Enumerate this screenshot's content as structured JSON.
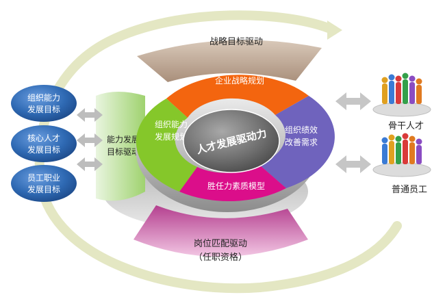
{
  "diagram": {
    "center": {
      "text": "人才发展驱动力"
    },
    "top_band": {
      "text": "战略目标驱动",
      "color": "#c2ad9b"
    },
    "bottom_band": {
      "line1": "岗位匹配驱动",
      "line2": "（任职资格）",
      "color": "#d27ab8"
    },
    "left_band": {
      "line1": "能力发展",
      "line2": "目标驱动",
      "color": "#b9df9a"
    },
    "ring": {
      "top": {
        "text": "企业战略规划",
        "color": "#f3650f"
      },
      "left": {
        "line1": "组织能力",
        "line2": "发展规划",
        "color": "#85c72a"
      },
      "right": {
        "line1": "组织绩效",
        "line2": "改善需求",
        "color": "#6f63bd"
      },
      "bottom": {
        "text": "胜任力素质模型",
        "color": "#db0e8a"
      }
    },
    "left_bubbles": [
      {
        "line1": "组织能力",
        "line2": "发展目标"
      },
      {
        "line1": "核心人才",
        "line2": "发展目标"
      },
      {
        "line1": "员工职业",
        "line2": "发展目标"
      }
    ],
    "right_groups": [
      {
        "label": "骨干人才"
      },
      {
        "label": "普通员工"
      }
    ],
    "colors": {
      "bubble": "#2f6ab4",
      "arrow": "#b9b9b9",
      "orbit": "#d8dcb4",
      "hub": "#6e6e6e"
    }
  }
}
